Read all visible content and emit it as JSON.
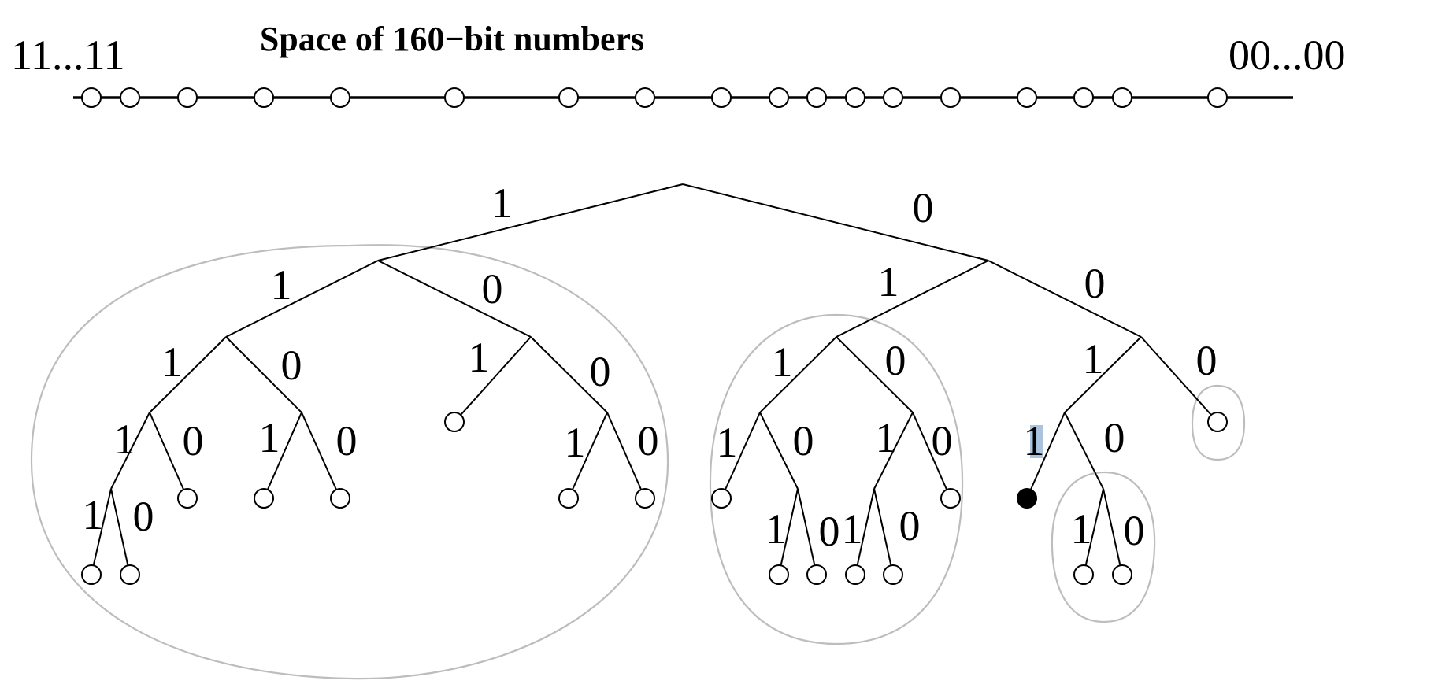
{
  "title": "Space of 160−bit numbers",
  "left_end_label": "11...11",
  "right_end_label": "00...00",
  "bit_one": "1",
  "bit_zero": "0"
}
